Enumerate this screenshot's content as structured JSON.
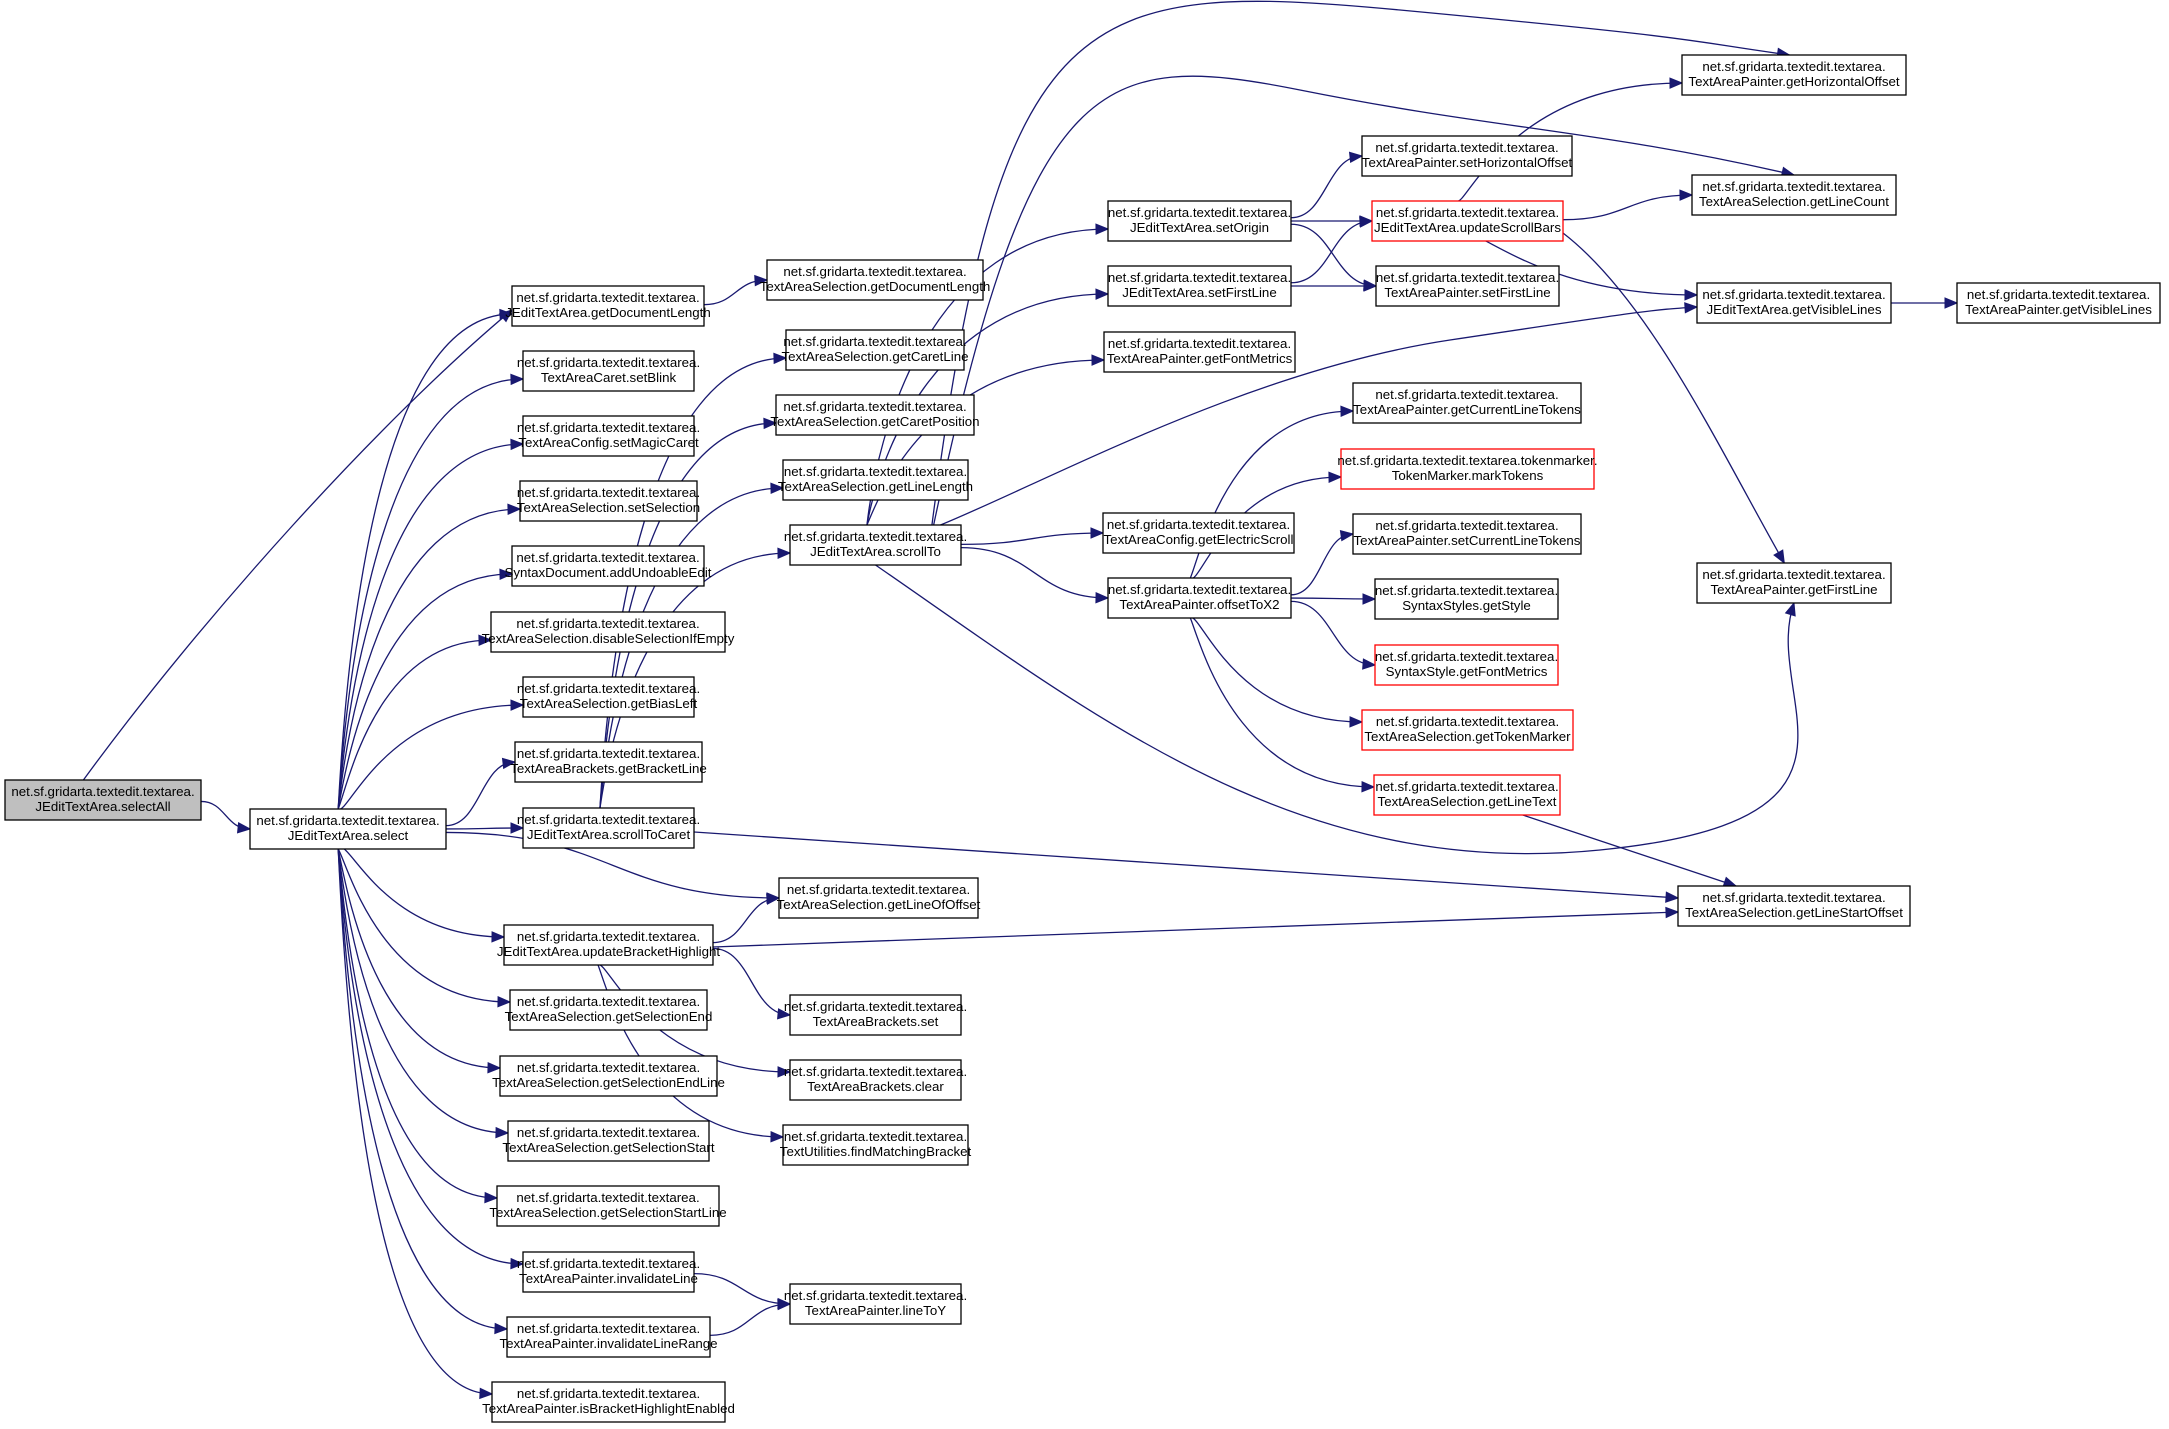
{
  "diagram": {
    "type": "call-graph",
    "edge_color": "#191970",
    "root_fill": "#bfbfbf",
    "truncated_border_color": "#ff0000",
    "nodes": [
      {
        "id": "selectAll",
        "line1": "net.sf.gridarta.textedit.textarea.",
        "line2": "JEditTextArea.selectAll",
        "style": "root"
      },
      {
        "id": "select",
        "line1": "net.sf.gridarta.textedit.textarea.",
        "line2": "JEditTextArea.select",
        "style": "normal"
      },
      {
        "id": "jGetDocumentLength",
        "line1": "net.sf.gridarta.textedit.textarea.",
        "line2": "JEditTextArea.getDocumentLength",
        "style": "normal"
      },
      {
        "id": "setBlink",
        "line1": "net.sf.gridarta.textedit.textarea.",
        "line2": "TextAreaCaret.setBlink",
        "style": "normal"
      },
      {
        "id": "setMagicCaret",
        "line1": "net.sf.gridarta.textedit.textarea.",
        "line2": "TextAreaConfig.setMagicCaret",
        "style": "normal"
      },
      {
        "id": "setSelection",
        "line1": "net.sf.gridarta.textedit.textarea.",
        "line2": "TextAreaSelection.setSelection",
        "style": "normal"
      },
      {
        "id": "addUndoableEdit",
        "line1": "net.sf.gridarta.textedit.textarea.",
        "line2": "SyntaxDocument.addUndoableEdit",
        "style": "normal"
      },
      {
        "id": "disableSelectionIfEmpty",
        "line1": "net.sf.gridarta.textedit.textarea.",
        "line2": "TextAreaSelection.disableSelectionIfEmpty",
        "style": "normal"
      },
      {
        "id": "getBiasLeft",
        "line1": "net.sf.gridarta.textedit.textarea.",
        "line2": "TextAreaSelection.getBiasLeft",
        "style": "normal"
      },
      {
        "id": "getBracketLine",
        "line1": "net.sf.gridarta.textedit.textarea.",
        "line2": "TextAreaBrackets.getBracketLine",
        "style": "normal"
      },
      {
        "id": "scrollToCaret",
        "line1": "net.sf.gridarta.textedit.textarea.",
        "line2": "JEditTextArea.scrollToCaret",
        "style": "normal"
      },
      {
        "id": "updateBracketHighlight",
        "line1": "net.sf.gridarta.textedit.textarea.",
        "line2": "JEditTextArea.updateBracketHighlight",
        "style": "normal"
      },
      {
        "id": "getSelectionEnd",
        "line1": "net.sf.gridarta.textedit.textarea.",
        "line2": "TextAreaSelection.getSelectionEnd",
        "style": "normal"
      },
      {
        "id": "getSelectionEndLine",
        "line1": "net.sf.gridarta.textedit.textarea.",
        "line2": "TextAreaSelection.getSelectionEndLine",
        "style": "normal"
      },
      {
        "id": "getSelectionStart",
        "line1": "net.sf.gridarta.textedit.textarea.",
        "line2": "TextAreaSelection.getSelectionStart",
        "style": "normal"
      },
      {
        "id": "getSelectionStartLine",
        "line1": "net.sf.gridarta.textedit.textarea.",
        "line2": "TextAreaSelection.getSelectionStartLine",
        "style": "normal"
      },
      {
        "id": "invalidateLine",
        "line1": "net.sf.gridarta.textedit.textarea.",
        "line2": "TextAreaPainter.invalidateLine",
        "style": "normal"
      },
      {
        "id": "invalidateLineRange",
        "line1": "net.sf.gridarta.textedit.textarea.",
        "line2": "TextAreaPainter.invalidateLineRange",
        "style": "normal"
      },
      {
        "id": "isBracketHighlightEnabled",
        "line1": "net.sf.gridarta.textedit.textarea.",
        "line2": "TextAreaPainter.isBracketHighlightEnabled",
        "style": "normal"
      },
      {
        "id": "sGetDocumentLength",
        "line1": "net.sf.gridarta.textedit.textarea.",
        "line2": "TextAreaSelection.getDocumentLength",
        "style": "normal"
      },
      {
        "id": "getCaretLine",
        "line1": "net.sf.gridarta.textedit.textarea.",
        "line2": "TextAreaSelection.getCaretLine",
        "style": "normal"
      },
      {
        "id": "getCaretPosition",
        "line1": "net.sf.gridarta.textedit.textarea.",
        "line2": "TextAreaSelection.getCaretPosition",
        "style": "normal"
      },
      {
        "id": "getLineLength",
        "line1": "net.sf.gridarta.textedit.textarea.",
        "line2": "TextAreaSelection.getLineLength",
        "style": "normal"
      },
      {
        "id": "scrollTo",
        "line1": "net.sf.gridarta.textedit.textarea.",
        "line2": "JEditTextArea.scrollTo",
        "style": "normal"
      },
      {
        "id": "getLineOfOffset",
        "line1": "net.sf.gridarta.textedit.textarea.",
        "line2": "TextAreaSelection.getLineOfOffset",
        "style": "normal"
      },
      {
        "id": "bracketsSet",
        "line1": "net.sf.gridarta.textedit.textarea.",
        "line2": "TextAreaBrackets.set",
        "style": "normal"
      },
      {
        "id": "bracketsClear",
        "line1": "net.sf.gridarta.textedit.textarea.",
        "line2": "TextAreaBrackets.clear",
        "style": "normal"
      },
      {
        "id": "findMatchingBracket",
        "line1": "net.sf.gridarta.textedit.textarea.",
        "line2": "TextUtilities.findMatchingBracket",
        "style": "normal"
      },
      {
        "id": "lineToY",
        "line1": "net.sf.gridarta.textedit.textarea.",
        "line2": "TextAreaPainter.lineToY",
        "style": "normal"
      },
      {
        "id": "setOrigin",
        "line1": "net.sf.gridarta.textedit.textarea.",
        "line2": "JEditTextArea.setOrigin",
        "style": "normal"
      },
      {
        "id": "jSetFirstLine",
        "line1": "net.sf.gridarta.textedit.textarea.",
        "line2": "JEditTextArea.setFirstLine",
        "style": "normal"
      },
      {
        "id": "pGetFontMetrics",
        "line1": "net.sf.gridarta.textedit.textarea.",
        "line2": "TextAreaPainter.getFontMetrics",
        "style": "normal"
      },
      {
        "id": "getElectricScroll",
        "line1": "net.sf.gridarta.textedit.textarea.",
        "line2": "TextAreaConfig.getElectricScroll",
        "style": "normal"
      },
      {
        "id": "offsetToX2",
        "line1": "net.sf.gridarta.textedit.textarea.",
        "line2": "TextAreaPainter.offsetToX2",
        "style": "normal"
      },
      {
        "id": "setHorizontalOffset",
        "line1": "net.sf.gridarta.textedit.textarea.",
        "line2": "TextAreaPainter.setHorizontalOffset",
        "style": "normal"
      },
      {
        "id": "updateScrollBars",
        "line1": "net.sf.gridarta.textedit.textarea.",
        "line2": "JEditTextArea.updateScrollBars",
        "style": "truncated"
      },
      {
        "id": "pSetFirstLine",
        "line1": "net.sf.gridarta.textedit.textarea.",
        "line2": "TextAreaPainter.setFirstLine",
        "style": "normal"
      },
      {
        "id": "getCurrentLineTokens",
        "line1": "net.sf.gridarta.textedit.textarea.",
        "line2": "TextAreaPainter.getCurrentLineTokens",
        "style": "normal"
      },
      {
        "id": "markTokens",
        "line1": "net.sf.gridarta.textedit.textarea.tokenmarker.",
        "line2": "TokenMarker.markTokens",
        "style": "truncated"
      },
      {
        "id": "setCurrentLineTokens",
        "line1": "net.sf.gridarta.textedit.textarea.",
        "line2": "TextAreaPainter.setCurrentLineTokens",
        "style": "normal"
      },
      {
        "id": "getStyle",
        "line1": "net.sf.gridarta.textedit.textarea.",
        "line2": "SyntaxStyles.getStyle",
        "style": "normal"
      },
      {
        "id": "sGetFontMetrics",
        "line1": "net.sf.gridarta.textedit.textarea.",
        "line2": "SyntaxStyle.getFontMetrics",
        "style": "truncated"
      },
      {
        "id": "getTokenMarker",
        "line1": "net.sf.gridarta.textedit.textarea.",
        "line2": "TextAreaSelection.getTokenMarker",
        "style": "truncated"
      },
      {
        "id": "getLineText",
        "line1": "net.sf.gridarta.textedit.textarea.",
        "line2": "TextAreaSelection.getLineText",
        "style": "truncated"
      },
      {
        "id": "getHorizontalOffset",
        "line1": "net.sf.gridarta.textedit.textarea.",
        "line2": "TextAreaPainter.getHorizontalOffset",
        "style": "normal"
      },
      {
        "id": "getLineCount",
        "line1": "net.sf.gridarta.textedit.textarea.",
        "line2": "TextAreaSelection.getLineCount",
        "style": "normal"
      },
      {
        "id": "jGetVisibleLines",
        "line1": "net.sf.gridarta.textedit.textarea.",
        "line2": "JEditTextArea.getVisibleLines",
        "style": "normal"
      },
      {
        "id": "pGetVisibleLines",
        "line1": "net.sf.gridarta.textedit.textarea.",
        "line2": "TextAreaPainter.getVisibleLines",
        "style": "normal"
      },
      {
        "id": "pGetFirstLine",
        "line1": "net.sf.gridarta.textedit.textarea.",
        "line2": "TextAreaPainter.getFirstLine",
        "style": "normal"
      },
      {
        "id": "getLineStartOffset",
        "line1": "net.sf.gridarta.textedit.textarea.",
        "line2": "TextAreaSelection.getLineStartOffset",
        "style": "normal"
      }
    ],
    "edges": [
      [
        "selectAll",
        "select"
      ],
      [
        "selectAll",
        "jGetDocumentLength"
      ],
      [
        "select",
        "jGetDocumentLength"
      ],
      [
        "select",
        "setBlink"
      ],
      [
        "select",
        "setMagicCaret"
      ],
      [
        "select",
        "setSelection"
      ],
      [
        "select",
        "addUndoableEdit"
      ],
      [
        "select",
        "disableSelectionIfEmpty"
      ],
      [
        "select",
        "getBiasLeft"
      ],
      [
        "select",
        "getBracketLine"
      ],
      [
        "select",
        "scrollToCaret"
      ],
      [
        "select",
        "getLineOfOffset"
      ],
      [
        "select",
        "updateBracketHighlight"
      ],
      [
        "select",
        "getSelectionEnd"
      ],
      [
        "select",
        "getSelectionEndLine"
      ],
      [
        "select",
        "getSelectionStart"
      ],
      [
        "select",
        "getSelectionStartLine"
      ],
      [
        "select",
        "invalidateLine"
      ],
      [
        "select",
        "invalidateLineRange"
      ],
      [
        "select",
        "isBracketHighlightEnabled"
      ],
      [
        "jGetDocumentLength",
        "sGetDocumentLength"
      ],
      [
        "scrollToCaret",
        "getCaretLine"
      ],
      [
        "scrollToCaret",
        "getCaretPosition"
      ],
      [
        "scrollToCaret",
        "getLineLength"
      ],
      [
        "scrollToCaret",
        "scrollTo"
      ],
      [
        "scrollToCaret",
        "getLineStartOffset"
      ],
      [
        "updateBracketHighlight",
        "getLineOfOffset"
      ],
      [
        "updateBracketHighlight",
        "getLineStartOffset"
      ],
      [
        "updateBracketHighlight",
        "bracketsSet"
      ],
      [
        "updateBracketHighlight",
        "bracketsClear"
      ],
      [
        "updateBracketHighlight",
        "findMatchingBracket"
      ],
      [
        "invalidateLine",
        "lineToY"
      ],
      [
        "invalidateLineRange",
        "lineToY"
      ],
      [
        "scrollTo",
        "setOrigin"
      ],
      [
        "scrollTo",
        "jSetFirstLine"
      ],
      [
        "scrollTo",
        "pGetFontMetrics"
      ],
      [
        "scrollTo",
        "getElectricScroll"
      ],
      [
        "scrollTo",
        "offsetToX2"
      ],
      [
        "scrollTo",
        "getHorizontalOffset"
      ],
      [
        "scrollTo",
        "getLineCount"
      ],
      [
        "scrollTo",
        "jGetVisibleLines"
      ],
      [
        "scrollTo",
        "pGetFirstLine"
      ],
      [
        "setOrigin",
        "setHorizontalOffset"
      ],
      [
        "setOrigin",
        "updateScrollBars"
      ],
      [
        "setOrigin",
        "pSetFirstLine"
      ],
      [
        "jSetFirstLine",
        "updateScrollBars"
      ],
      [
        "jSetFirstLine",
        "pSetFirstLine"
      ],
      [
        "updateScrollBars",
        "getHorizontalOffset"
      ],
      [
        "updateScrollBars",
        "getLineCount"
      ],
      [
        "updateScrollBars",
        "jGetVisibleLines"
      ],
      [
        "updateScrollBars",
        "pGetFirstLine"
      ],
      [
        "jGetVisibleLines",
        "pGetVisibleLines"
      ],
      [
        "offsetToX2",
        "getCurrentLineTokens"
      ],
      [
        "offsetToX2",
        "markTokens"
      ],
      [
        "offsetToX2",
        "setCurrentLineTokens"
      ],
      [
        "offsetToX2",
        "getStyle"
      ],
      [
        "offsetToX2",
        "sGetFontMetrics"
      ],
      [
        "offsetToX2",
        "getTokenMarker"
      ],
      [
        "offsetToX2",
        "getLineText"
      ],
      [
        "getLineText",
        "getLineStartOffset"
      ]
    ]
  }
}
